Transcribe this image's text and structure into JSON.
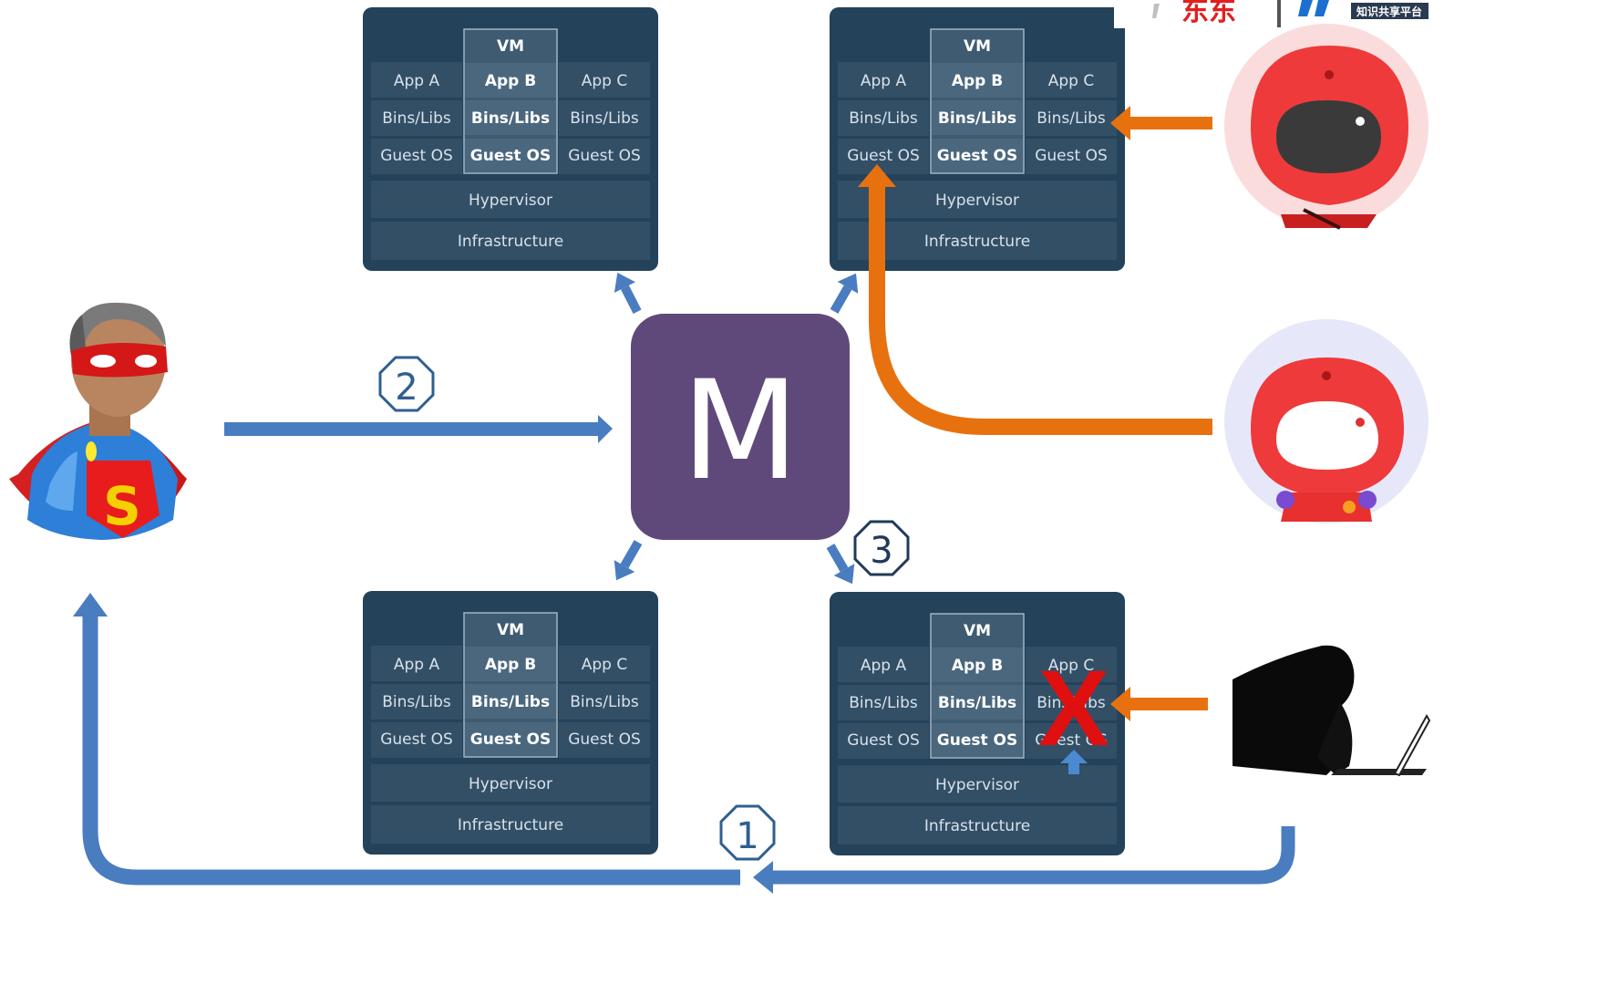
{
  "vm_label": "VM",
  "app_rows": [
    [
      "App A",
      "App B",
      "App C"
    ],
    [
      "Bins/Libs",
      "Bins/Libs",
      "Bins/Libs"
    ],
    [
      "Guest OS",
      "Guest OS",
      "Guest OS"
    ]
  ],
  "broken_cell_text": [
    "App C",
    "Bins/Libs",
    "Guest OS"
  ],
  "hypervisor_label": "Hypervisor",
  "infrastructure_label": "Infrastructure",
  "center_letter": "M",
  "step_labels": {
    "one": "1",
    "two": "2",
    "three": "3"
  },
  "error_mark": "X",
  "logo_text": "东东",
  "logo_subtext": "知识共享平台",
  "colors": {
    "host_bg": "#24425a",
    "cell_bg": "#324f66",
    "vm_cell_bg": "#3f5b72",
    "center_box": "#5f497a",
    "blue_arrow": "#4a7cc0",
    "orange_arrow": "#e8710f",
    "error_red": "#e01010"
  },
  "icons": [
    "superhero-user-icon",
    "red-robot-icon-top",
    "red-robot-icon-middle",
    "stressed-person-icon"
  ]
}
